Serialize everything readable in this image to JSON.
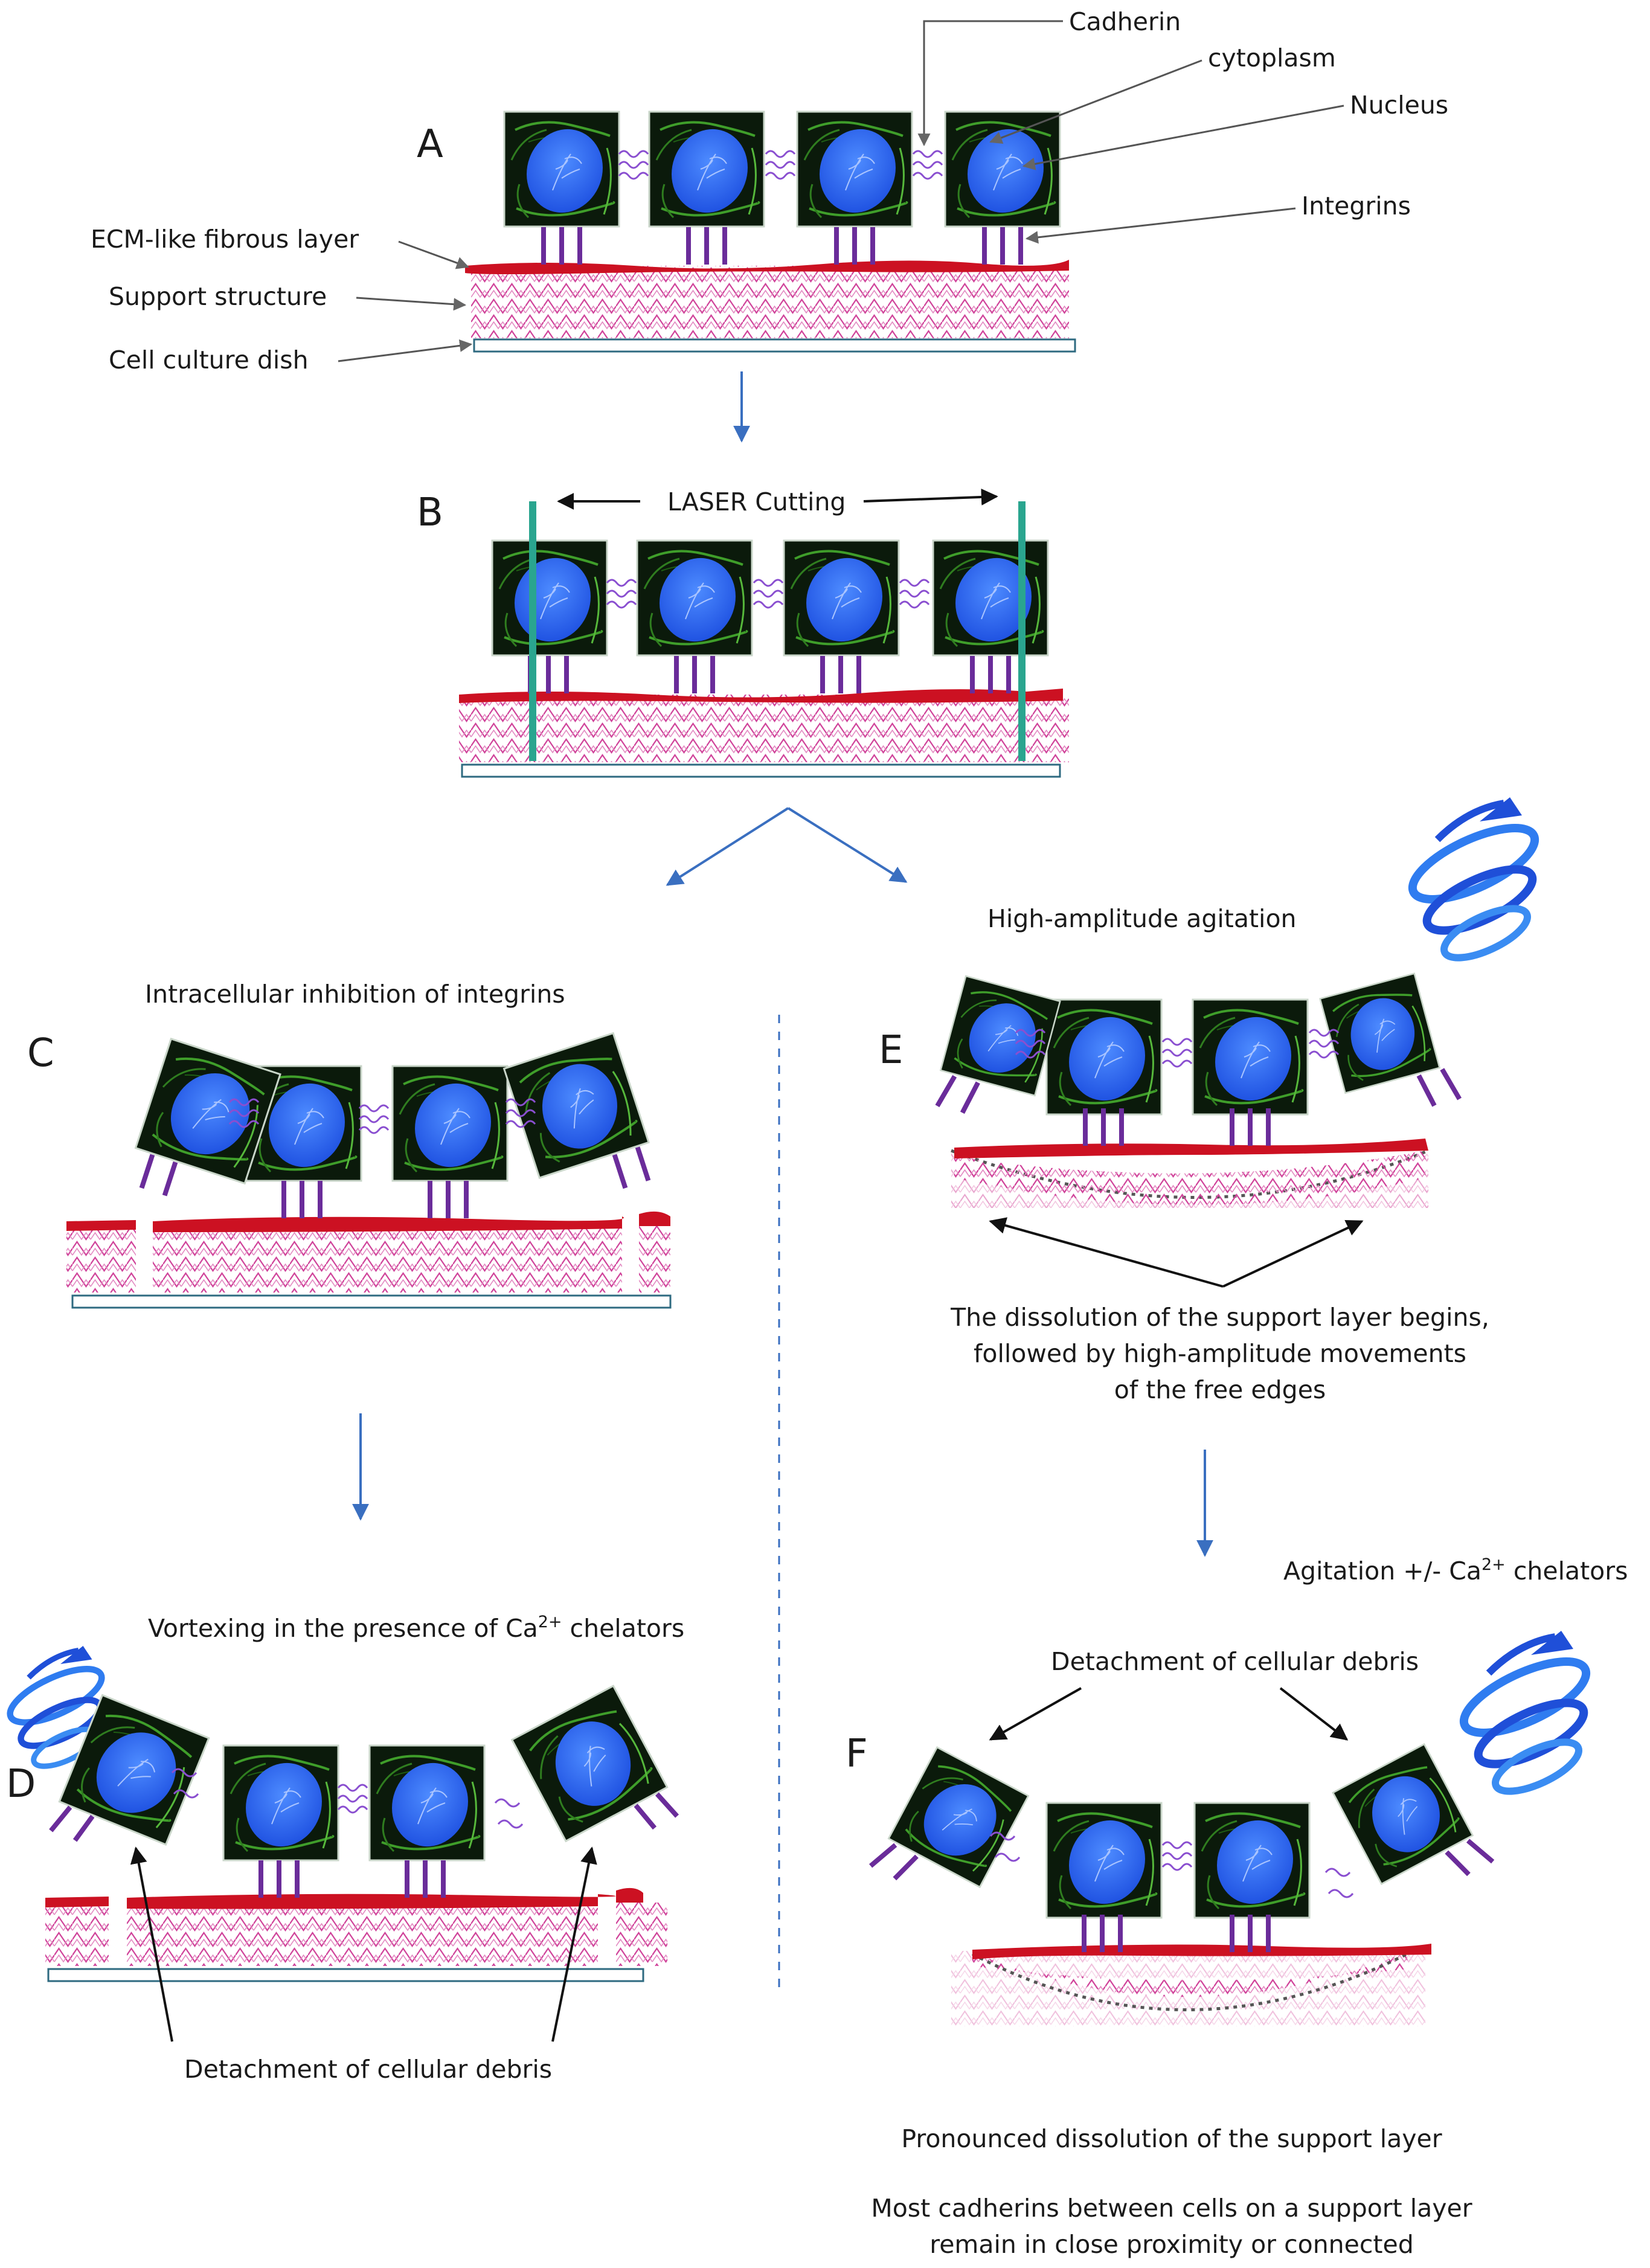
{
  "panels": {
    "a": "A",
    "b": "B",
    "c": "C",
    "d": "D",
    "e": "E",
    "f": "F"
  },
  "labels": {
    "cadherin": "Cadherin",
    "cytoplasm": "cytoplasm",
    "nucleus": "Nucleus",
    "integrins": "Integrins",
    "ecm": "ECM-like fibrous layer",
    "support": "Support structure",
    "dish": "Cell culture dish",
    "laser": "LASER  Cutting",
    "high_amp": "High-amplitude agitation",
    "intracellular": "Intracellular inhibition of integrins",
    "dissolution_begins": [
      "The  dissolution of the support layer begins,",
      "followed by high-amplitude movements",
      "of the free edges"
    ],
    "agitation_chelators": {
      "text": "Agitation +/-  Ca",
      "sup": "2+",
      "tail": " chelators"
    },
    "vortexing": {
      "text": "Vortexing in the  presence of Ca",
      "sup": "2+",
      "tail": " chelators"
    },
    "detach_d": "Detachment  of cellular debris",
    "detach_f": "Detachment  of cellular debris",
    "pronounced": "Pronounced dissolution of the support layer",
    "most_cadherins": [
      "Most cadherins between  cells on a support layer",
      "remain in close proximity or connected"
    ]
  },
  "colors": {
    "cell_fill": "#0b1a0b",
    "cytoplasm_stroke": "#3f9e2a",
    "nucleus": "#2f6fff",
    "cadherin": "#8a4fd0",
    "integrin": "#6a2c9a",
    "ecm": "#cc1122",
    "support": "#d0439a",
    "laser": "#2aa58f",
    "flow_arrow": "#3a6fc0",
    "vortex": "#1f4fd8"
  }
}
